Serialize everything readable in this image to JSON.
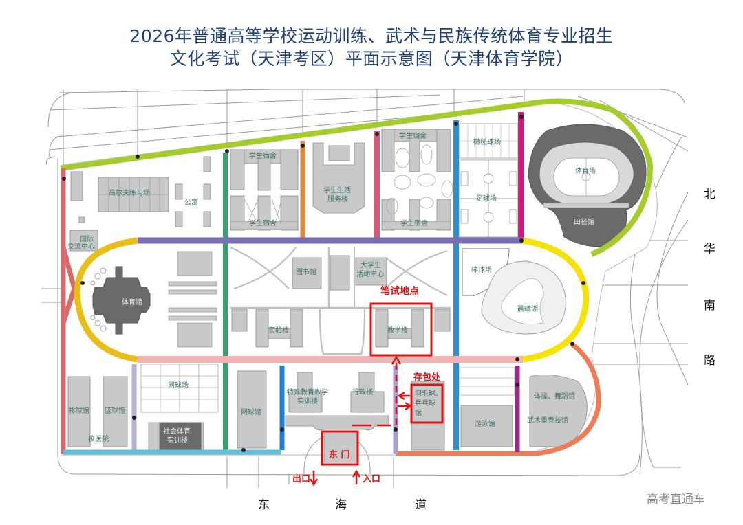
{
  "title": {
    "line1": "2026年普通高等学校运动训练、武术与民族传统体育专业招生",
    "line2": "文化考试（天津考区）平面示意图（天津体育学院）"
  },
  "buildings": {
    "golf": "高尔夫练习场",
    "apartment": "公寓",
    "intl_center_1": "国际",
    "intl_center_2": "交流中心",
    "dorm_1": "学生宿舍",
    "dorm_2": "学生宿舍",
    "dorm_3": "学生宿舍",
    "dorm_4": "学生宿舍",
    "student_service_1": "学生生活",
    "student_service_2": "服务楼",
    "rugby": "橄榄球场",
    "football": "足球场",
    "stadium": "体育场",
    "athletics_hall": "田径馆",
    "gymnasium": "体育馆",
    "library": "图书馆",
    "activity_center_1": "大学生",
    "activity_center_2": "活动中心",
    "lab_building": "实验楼",
    "teaching_building": "教学楼",
    "baseball": "棒球场",
    "lake": "晨曦湖",
    "tennis_courts": "网球场",
    "tennis_hall": "网球馆",
    "volleyball": "排球馆",
    "basketball": "篮球馆",
    "clinic": "校医院",
    "social_sports_1": "社会体育",
    "social_sports_2": "实训楼",
    "special_edu_1": "特殊教育教学",
    "special_edu_2": "实训楼",
    "admin": "行政楼",
    "badminton_1": "羽毛球、",
    "badminton_2": "乒乓球",
    "badminton_3": "馆",
    "swimming": "游泳馆",
    "gym_dance": "体操、舞蹈馆",
    "martial_arts": "武术重竞技馆"
  },
  "annotations": {
    "exam_site": "笔试地点",
    "bag_storage": "存包处",
    "east_gate": "东 门",
    "exit": "出口",
    "entrance": "入口",
    "exit_arrow": "↓",
    "entrance_arrow": "↑"
  },
  "roads": {
    "east": [
      "北",
      "华",
      "南",
      "路"
    ],
    "south": [
      "东",
      "海",
      "道"
    ]
  },
  "watermark": "高考直通车",
  "colors": {
    "title": "#1f3f77",
    "highlight": "#e21010",
    "road_green": "#a4cc2c",
    "road_purple": "#7b6db4",
    "road_pink": "#f2b4b4",
    "road_yellow": "#f5e20a",
    "road_gold": "#e9be1a",
    "road_orange": "#ee7c55",
    "road_teal": "#3e9e72",
    "road_blue": "#2f8fce",
    "road_magenta": "#d6157d",
    "road_violet": "#9b2a8d",
    "road_red": "#d86a6a",
    "road_lightblue": "#59c1d9",
    "building": "#c9c9c9",
    "building_dark": "#6d6d6d"
  }
}
